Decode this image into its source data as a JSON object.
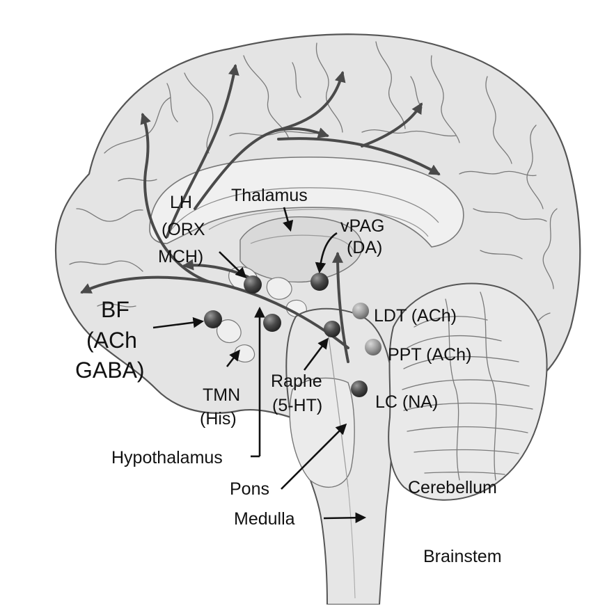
{
  "labels": {
    "thalamus": "Thalamus",
    "lh_1": "LH",
    "lh_2": "(ORX",
    "lh_3": "MCH)",
    "vpag_1": "vPAG",
    "vpag_2": "(DA)",
    "bf_1": "BF",
    "bf_2": "(ACh",
    "bf_3": "GABA)",
    "ldt": "LDT (ACh)",
    "ppt": "PPT (ACh)",
    "tmn_1": "TMN",
    "tmn_2": "(His)",
    "raphe_1": "Raphe",
    "raphe_2": "(5-HT)",
    "lc": "LC (NA)",
    "hypothalamus": "Hypothalamus",
    "pons": "Pons",
    "medulla": "Medulla",
    "cerebellum": "Cerebellum",
    "brainstem": "Brainstem"
  },
  "colors": {
    "nucleus_dark": "#3c3c3c",
    "nucleus_light": "#8f8f8f",
    "tissue": "#e2e2e2",
    "outline": "#555555"
  }
}
